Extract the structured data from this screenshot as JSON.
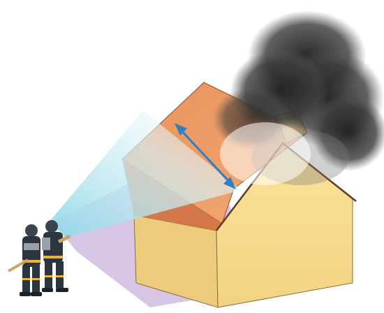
{
  "scene": {
    "description_free": true,
    "colors": {
      "background": "#ffffff",
      "house_wall": "#f6dc8c",
      "house_wall_shade": "#e8c97a",
      "roof": "#e9925c",
      "roof_dark": "#c96a3a",
      "smoke": "#2b2b2b",
      "spray": "#7fd3e6",
      "shadow": "#c9b3dd",
      "arrow": "#3a8fcf",
      "firefighter_dark": "#2c3440",
      "firefighter_stripe": "#f0b23a"
    },
    "icons": [
      "house-illustration",
      "smoke-cloud",
      "water-spray-cone",
      "double-arrow-icon",
      "firefighter-figure"
    ]
  }
}
